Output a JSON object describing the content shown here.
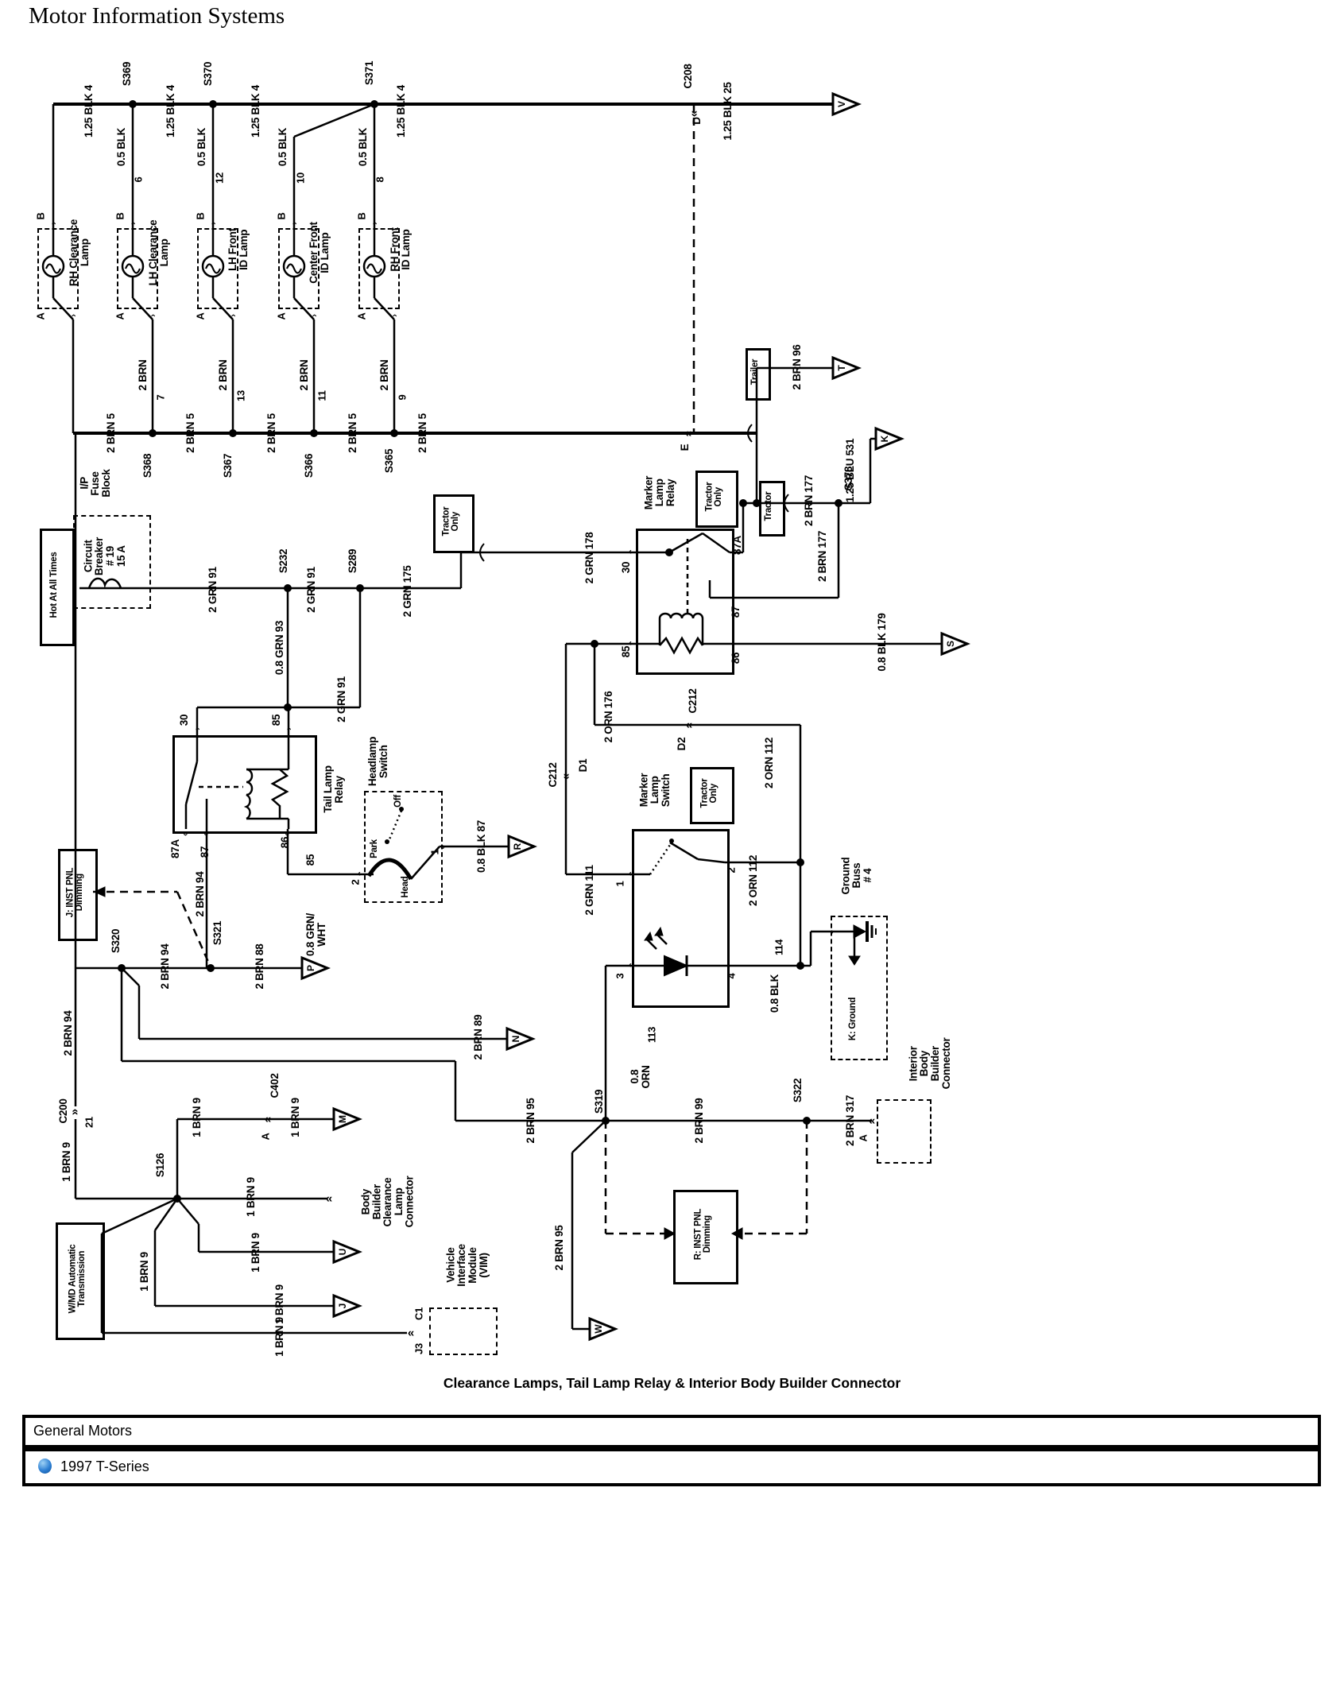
{
  "title": "Motor Information Systems",
  "caption": "Clearance Lamps, Tail Lamp Relay & Interior Body Builder Connector",
  "footer": {
    "brand": "General Motors",
    "model": "1997 T-Series"
  },
  "arrows": [
    "V",
    "T",
    "K",
    "S",
    "R",
    "P",
    "N",
    "M",
    "U",
    "J",
    "W"
  ],
  "t": {
    "s369": "S369",
    "s370": "S370",
    "s371": "S371",
    "s368": "S368",
    "s367": "S367",
    "s366": "S366",
    "s365": "S365",
    "s232": "S232",
    "s289": "S289",
    "s378": "S378",
    "s320": "S320",
    "s321": "S321",
    "s319": "S319",
    "s322": "S322",
    "s126": "S126",
    "gbus": "1.25 BLK 4",
    "gtail": "1.25 BLK 25",
    "fbus": "2 BRN 5",
    "blk05": "0.5 BLK",
    "n6": "6",
    "n12": "12",
    "n10": "10",
    "n8": "8",
    "brn2": "2 BRN",
    "n7": "7",
    "n13": "13",
    "n11": "11",
    "n9": "9",
    "lamp1": "RH Clearance\nLamp",
    "lamp2": "LH Clearance\nLamp",
    "lamp3": "LH Front\nID Lamp",
    "lamp4": "Center Front\nID Lamp",
    "lamp5": "RH Front\nID Lamp",
    "A": "A",
    "B": "B",
    "c208": "C208",
    "D": "D",
    "E": "E",
    "trailer": "Trailer",
    "tractor": "Tractor",
    "tronly": "Tractor\nOnly",
    "w96": "2 BRN 96",
    "w177": "2 BRN 177",
    "w531": "1.25 BLU 531",
    "w179": "0.8 BLK 179",
    "t30": "30",
    "t85": "85",
    "t86": "86",
    "t87": "87",
    "t87a": "87A",
    "mrelay": "Marker\nLamp\nRelay",
    "trelay": "Tail Lamp\nRelay",
    "mswitch": "Marker\nLamp\nSwitch",
    "hswitch": "Headlamp\nSwitch",
    "hot": "Hot At All Times",
    "fblock": "I/P\nFuse\nBlock",
    "cb": "Circuit\nBreaker\n# 19\n15 A",
    "w91": "2 GRN 91",
    "w175": "2 GRN 175",
    "w178": "2 GRN 178",
    "w93": "0.8 GRN 93",
    "w94": "2 BRN 94",
    "w88": "2 BRN 88",
    "w89": "2 BRN 89",
    "w95": "2 BRN 95",
    "w99": "2 BRN 99",
    "w317": "2 BRN 317",
    "gw": "0.8 GRN/\nWHT",
    "w87": "0.8 BLK 87",
    "n1": "1",
    "n2": "2",
    "n3": "3",
    "n4": "4",
    "off": "Off",
    "park": "Park",
    "head": "Head",
    "w176": "2 ORN 176",
    "w111": "2 GRN 111",
    "w112": "2 ORN 112",
    "orn08": "0.8\nORN",
    "n113": "113",
    "blk08": "0.8 BLK",
    "n114": "114",
    "c212": "C212",
    "d1": "D1",
    "d2": "D2",
    "gbuss": "Ground\nBuss\n# 4",
    "kgnd": "K: Ground",
    "ibbc": "Interior\nBody\nBuilder\nConnector",
    "rdim": "R: INST PNL\nDimming",
    "jdim": "J: INST PNL\nDimming",
    "c200": "C200",
    "p21": "21",
    "w9": "1 BRN 9",
    "c402": "C402",
    "bbconn": "Body\nBuilder\nClearance\nLamp\nConnector",
    "wmd": "W/MD Automatic\nTransmission",
    "vim": "Vehicle\nInterface\nModule\n(VIM)",
    "j3": "J3",
    "c1": "C1"
  }
}
